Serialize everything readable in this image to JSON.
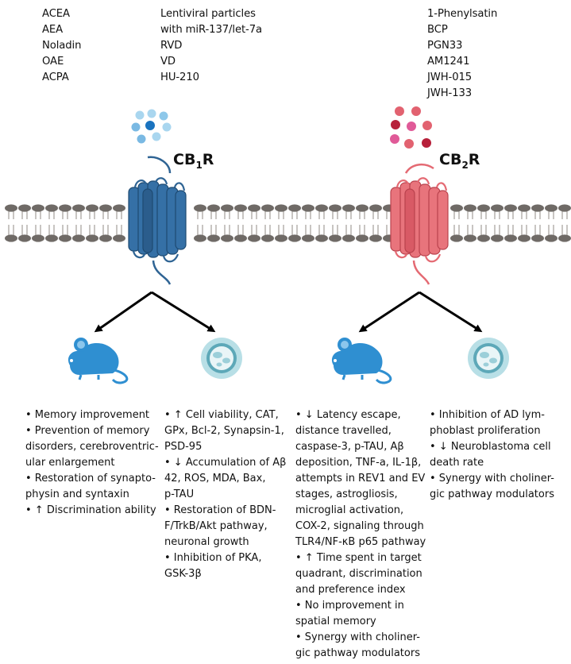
{
  "cb1": {
    "label_main": "CB",
    "label_sub": "1",
    "label_end": "R",
    "agonists_col1": [
      "ACEA",
      "AEA",
      "Noladin",
      "OAE",
      "ACPA"
    ],
    "agonists_col2": [
      "Lentiviral particles",
      "with miR-137/let-7a",
      "RVD",
      "VD",
      "HU-210"
    ],
    "color": "#2f6494",
    "in_vivo_effects": [
      "• Memory improvement",
      "• Prevention of memory",
      "disorders, cerebroventric-",
      "ular enlargement",
      "• Restoration of synapto-",
      "physin and syntaxin",
      "• ↑ Discrimination ability"
    ],
    "in_vitro_effects": [
      "• ↑ Cell viability, CAT,",
      "GPx, Bcl-2, Synapsin-1,",
      "PSD-95",
      "• ↓ Accumulation of Aβ",
      "42, ROS, MDA, Bax,",
      "p-TAU",
      "• Restoration of BDN-",
      "F/TrkB/Akt pathway,",
      "neuronal growth",
      "• Inhibition of PKA,",
      "GSK-3β"
    ]
  },
  "cb2": {
    "label_main": "CB",
    "label_sub": "2",
    "label_end": "R",
    "agonists": [
      "1-Phenylsatin",
      "BCP",
      "PGN33",
      "AM1241",
      "JWH-015",
      "JWH-133"
    ],
    "color": "#e46a73",
    "in_vivo_effects": [
      "• ↓ Latency escape,",
      "distance travelled,",
      "caspase-3, p-TAU, Aβ",
      "deposition, TNF-a, IL-1β,",
      "attempts in REV1 and EV",
      "stages, astrogliosis,",
      "microglial activation,",
      "COX-2, signaling through",
      "TLR4/NF-κB p65 pathway",
      "• ↑ Time spent in target",
      "quadrant, discrimination",
      "and preference index",
      "• No improvement in",
      "spatial memory",
      "• Synergy with choliner-",
      "gic pathway modulators"
    ],
    "in_vitro_effects": [
      "• Inhibition of AD lym-",
      "phoblast proliferation",
      "• ↓ Neuroblastoma cell",
      "death rate",
      "• Synergy with choliner-",
      "gic pathway modulators"
    ]
  },
  "colors": {
    "membrane_head": "#6f6a66",
    "membrane_tail": "#a39e9a",
    "mouse": "#2f8fd1",
    "cell_outer": "#b8dfe6",
    "cell_inner": "#5da8b8"
  }
}
